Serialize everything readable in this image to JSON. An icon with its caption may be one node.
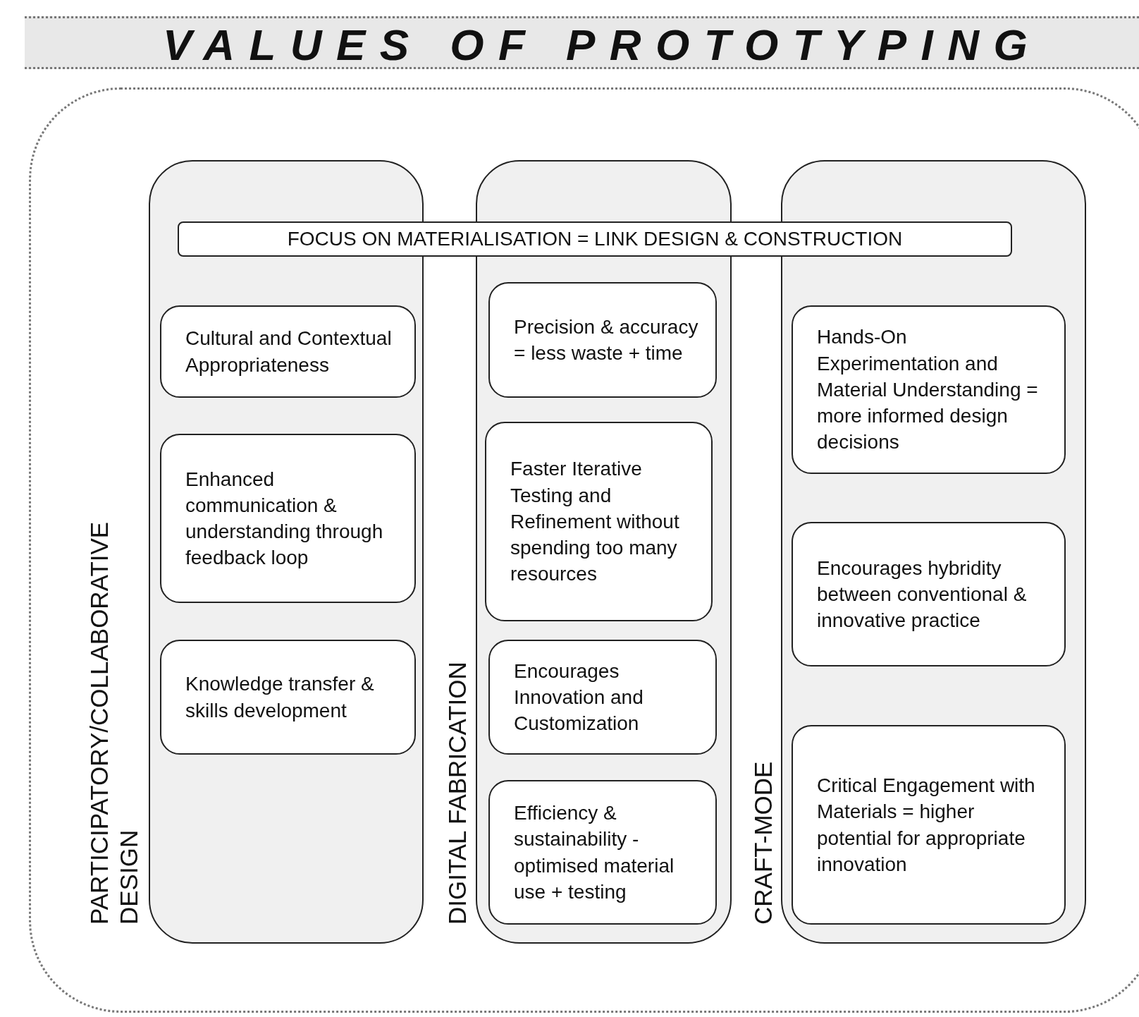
{
  "diagram": {
    "title": "VALUES OF PROTOTYPING",
    "nodes": [
      {
        "text": [
          "PARTICIPATORY/COLLABORATIVE DESIGN"
        ]
      },
      {
        "text": [
          "DIGITAL FABRICATION"
        ]
      },
      {
        "text": [
          "CRAFT-MODE"
        ]
      },
      {
        "text": [
          "FOCUS ON MATERIALISATION = LINK DESIGN & CONSTRUCTION"
        ]
      },
      {
        "text": [
          "Cultural and Contextual Appropriateness"
        ],
        "in": 0
      },
      {
        "text": [
          "Enhanced communication & understanding through feedback loop"
        ],
        "in": 0
      },
      {
        "text": [
          "Knowledge transfer & skills development"
        ],
        "in": 0
      },
      {
        "text": [
          "Precision & accuracy = less waste + time"
        ],
        "in": 1
      },
      {
        "text": [
          "Faster Iterative Testing and Refinement without spending too many resources"
        ],
        "in": 1
      },
      {
        "text": [
          "Encourages Innovation and Customization"
        ],
        "in": 1
      },
      {
        "text": [
          "Efficiency & sustainability - optimised material use + testing"
        ],
        "in": 1
      },
      {
        "text": [
          "Hands-On Experimentation and Material Understanding = more informed design decisions"
        ],
        "in": 2
      },
      {
        "text": [
          "Encourages hybridity between conventional & innovative practice"
        ],
        "in": 2
      },
      {
        "text": [
          "Critical Engagement with Materials = higher potential for appropriate innovation"
        ],
        "in": 2
      }
    ]
  }
}
